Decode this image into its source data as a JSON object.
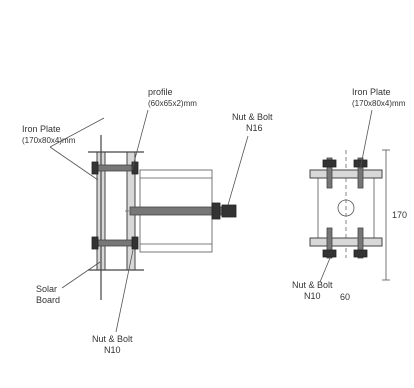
{
  "side_view": {
    "iron_plate_label": [
      "Iron Plate",
      "(170x80x4)mm"
    ],
    "profile_label": [
      "profile",
      "(60x65x2)mm"
    ],
    "nut_bolt_top_label": [
      "Nut & Bolt",
      "N16"
    ],
    "solar_board_label": [
      "Solar",
      "Board"
    ],
    "nut_bolt_bottom_label": [
      "Nut & Bolt",
      "N10"
    ]
  },
  "end_view": {
    "iron_plate_label": [
      "Iron Plate",
      "(170x80x4)mm"
    ],
    "nut_bolt_label": [
      "Nut & Bolt",
      "N10"
    ],
    "dim_small": "60",
    "dim_large": "170"
  }
}
